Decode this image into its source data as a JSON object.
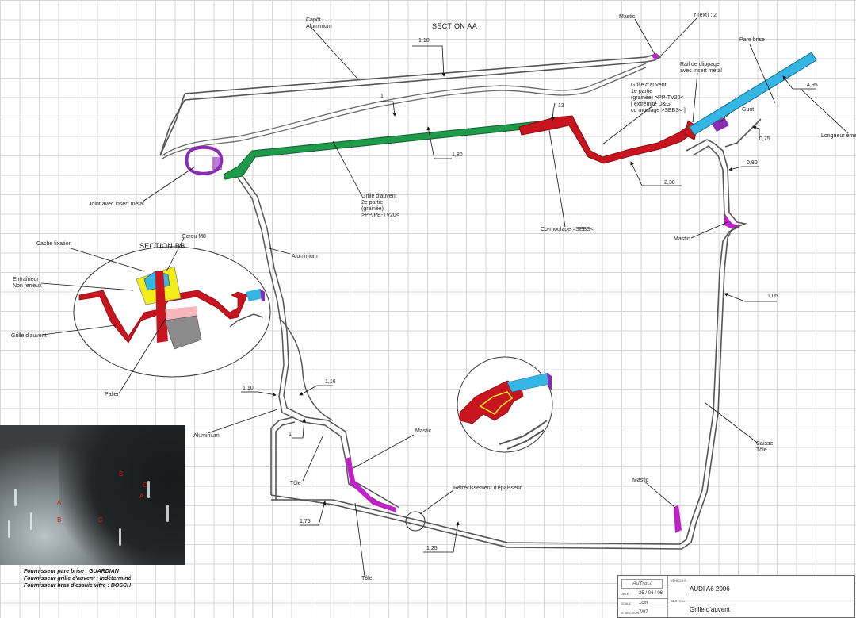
{
  "sections": {
    "aa": "SECTION AA",
    "bb": "SECTION BB"
  },
  "labels": {
    "capot": [
      "Capôt",
      "Aluminium"
    ],
    "mastic_top": "Mastic",
    "r_ext": "r (ext) : 2",
    "pare_brise": "Pare brise",
    "rail": [
      "Rail de clippage",
      "avec insert métal"
    ],
    "grille1": [
      "Grille d'auvent",
      "1e partie",
      "(grainée) >PP-TV20<",
      "[ extrémité D&G",
      "co moulage >SEBS< ]"
    ],
    "gurit": "Gurit",
    "longueur": "Longueur émail",
    "joint": "Joint avec insert métal",
    "grille2": [
      "Grille d'auvent",
      "2e partie",
      "(grainée)",
      ">PP/PE-TV20<"
    ],
    "comoulage": "Co-moulage >SEBS<",
    "mastic_right": "Mastic",
    "cache": "Cache fixation",
    "ecrou": "Ecrou M8",
    "entraineur": [
      "Entraîneur",
      "Non ferreux"
    ],
    "grille_bb": "Grille d'auvent",
    "palier": "Palier",
    "alu_mid": "Aluminium",
    "alu_low": "Aluminium",
    "mastic_mid": "Mastic",
    "tole_left": "Tôle",
    "retrecissement": "Rétrécissement d'épaisseur",
    "caisse": [
      "Caisse",
      "Tôle"
    ],
    "mastic_bottom": "Mastic",
    "tole_bottom": "Tôle"
  },
  "dims": {
    "d110_top": "1,10",
    "d1_a": "1",
    "d13": "13",
    "d180": "1,80",
    "d495": "4,95",
    "d075": "0,75",
    "d080": "0,80",
    "d230": "2,30",
    "d105": "1,05",
    "d110_low": "1,10",
    "d116": "1,16",
    "d1_b": "1",
    "d175": "1,75",
    "d125": "1,25"
  },
  "photo_marks": [
    "A",
    "B",
    "C",
    "A",
    "B",
    "C"
  ],
  "suppliers": [
    "Fournisseur pare brise : GUARDIAN",
    "Fournisseur grille d'auvent : Indéterminé",
    "Fournisseur bras d'essuie vitre : BOSCH"
  ],
  "titleblock": {
    "logo": "AdTract",
    "vehicle_key": "VÉHICULE :",
    "vehicle": "AUDI A6 2006",
    "date_key": "DATE :",
    "date": "25 / 04 / 06",
    "scale_key": "SCALE :",
    "scale": "1cm",
    "section_key": "SECTION :",
    "section": "Grille d'auvent",
    "nsection_key": "N° SECTION :",
    "nsection": "7/07"
  },
  "colors": {
    "grille_red": "#c8141e",
    "grille_green": "#1f9a4a",
    "glass_blue": "#35b7e6",
    "mastic_magenta": "#c020c8",
    "joint_purple": "#8a2bb5",
    "cache_yellow": "#f3ee1a",
    "palier_gray": "#8c8c8c",
    "entraineur_pink": "#f3a5aa"
  }
}
